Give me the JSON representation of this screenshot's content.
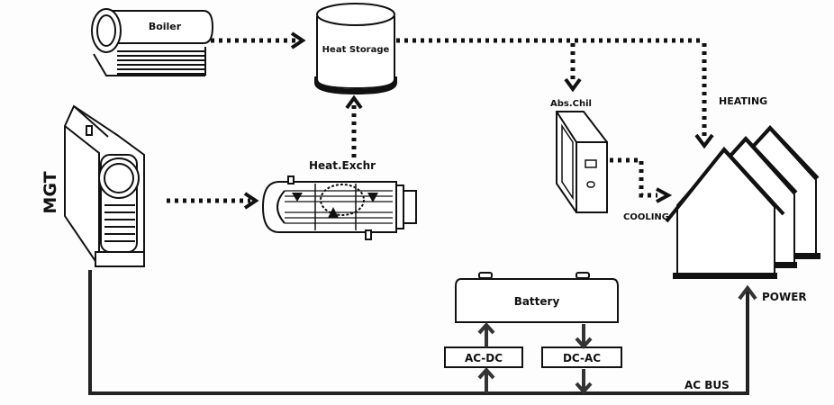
{
  "diagram": {
    "title": "MGT-based CCHP energy system",
    "components": {
      "boiler": "Boiler",
      "heat_storage": "Heat Storage",
      "mgt": "MGT",
      "heat_exchanger": "Heat.Exchr",
      "abs_chiller": "Abs.Chil",
      "battery": "Battery",
      "ac_dc": "AC-DC",
      "dc_ac": "DC-AC"
    },
    "flows": {
      "heating": "HEATING",
      "cooling": "COOLING",
      "power": "POWER",
      "ac_bus": "AC BUS"
    },
    "connections": [
      {
        "from": "Boiler",
        "to": "Heat Storage",
        "type": "heat"
      },
      {
        "from": "MGT",
        "to": "Heat.Exchr",
        "type": "heat"
      },
      {
        "from": "Heat.Exchr",
        "to": "Heat Storage",
        "type": "heat"
      },
      {
        "from": "Heat Storage",
        "to": "Abs.Chil",
        "type": "heat"
      },
      {
        "from": "Heat Storage",
        "to": "Buildings",
        "type": "heating"
      },
      {
        "from": "Abs.Chil",
        "to": "Buildings",
        "type": "cooling"
      },
      {
        "from": "MGT",
        "to": "AC BUS",
        "type": "electric"
      },
      {
        "from": "AC BUS",
        "to": "AC-DC",
        "type": "electric"
      },
      {
        "from": "AC-DC",
        "to": "Battery",
        "type": "electric"
      },
      {
        "from": "Battery",
        "to": "DC-AC",
        "type": "electric"
      },
      {
        "from": "DC-AC",
        "to": "AC BUS",
        "type": "electric"
      },
      {
        "from": "AC BUS",
        "to": "Buildings",
        "type": "power"
      }
    ],
    "colors": {
      "ink": "#111111",
      "background": "#fdfdfd",
      "electric_line": "#2a2a2a"
    }
  }
}
